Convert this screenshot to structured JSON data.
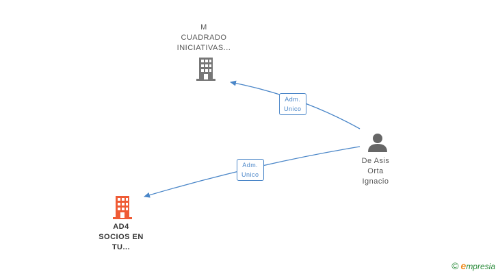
{
  "nodes": {
    "company_top": {
      "lines": [
        "M",
        "CUADRADO",
        "INICIATIVAS..."
      ],
      "color": "#777777"
    },
    "company_bottom": {
      "lines": [
        "AD4",
        "SOCIOS EN",
        "TU..."
      ],
      "color": "#ef5b35"
    },
    "person": {
      "lines": [
        "De Asis",
        "Orta",
        "Ignacio"
      ],
      "color": "#666666"
    }
  },
  "edges": [
    {
      "from": "person",
      "to": "company_top",
      "label_lines": [
        "Adm.",
        "Unico"
      ]
    },
    {
      "from": "person",
      "to": "company_bottom",
      "label_lines": [
        "Adm.",
        "Unico"
      ]
    }
  ],
  "colors": {
    "edge": "#4a86c8"
  },
  "brand": {
    "copyright_symbol": "©",
    "initial": "e",
    "name": "mpresia"
  }
}
